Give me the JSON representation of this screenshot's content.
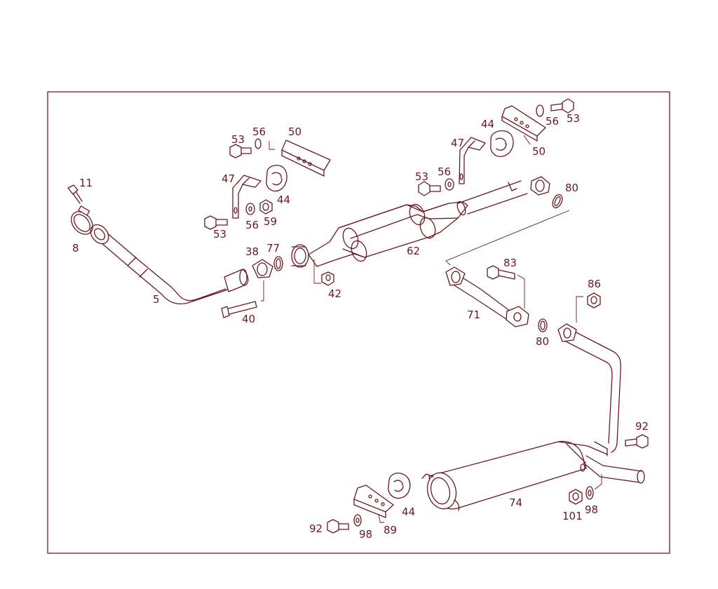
{
  "diagram": {
    "line_color": "#6b1722",
    "background": "#ffffff",
    "callouts": [
      {
        "id": "c11",
        "text": "11"
      },
      {
        "id": "c8",
        "text": "8"
      },
      {
        "id": "c5",
        "text": "5"
      },
      {
        "id": "c40",
        "text": "40"
      },
      {
        "id": "c38",
        "text": "38"
      },
      {
        "id": "c77",
        "text": "77"
      },
      {
        "id": "c42",
        "text": "42"
      },
      {
        "id": "c53a",
        "text": "53"
      },
      {
        "id": "c56a",
        "text": "56"
      },
      {
        "id": "c50a",
        "text": "50"
      },
      {
        "id": "c47a",
        "text": "47"
      },
      {
        "id": "c44a",
        "text": "44"
      },
      {
        "id": "c53b",
        "text": "53"
      },
      {
        "id": "c56b",
        "text": "56"
      },
      {
        "id": "c59",
        "text": "59"
      },
      {
        "id": "c62",
        "text": "62"
      },
      {
        "id": "c53c",
        "text": "53"
      },
      {
        "id": "c56c",
        "text": "56"
      },
      {
        "id": "c47b",
        "text": "47"
      },
      {
        "id": "c44b",
        "text": "44"
      },
      {
        "id": "c56d",
        "text": "56"
      },
      {
        "id": "c53d",
        "text": "53"
      },
      {
        "id": "c50b",
        "text": "50"
      },
      {
        "id": "c80a",
        "text": "80"
      },
      {
        "id": "c83",
        "text": "83"
      },
      {
        "id": "c71",
        "text": "71"
      },
      {
        "id": "c80b",
        "text": "80"
      },
      {
        "id": "c86",
        "text": "86"
      },
      {
        "id": "c92a",
        "text": "92"
      },
      {
        "id": "c74",
        "text": "74"
      },
      {
        "id": "c44c",
        "text": "44"
      },
      {
        "id": "c89",
        "text": "89"
      },
      {
        "id": "c92b",
        "text": "92"
      },
      {
        "id": "c98a",
        "text": "98"
      },
      {
        "id": "c101",
        "text": "101"
      },
      {
        "id": "c98b",
        "text": "98"
      }
    ]
  }
}
